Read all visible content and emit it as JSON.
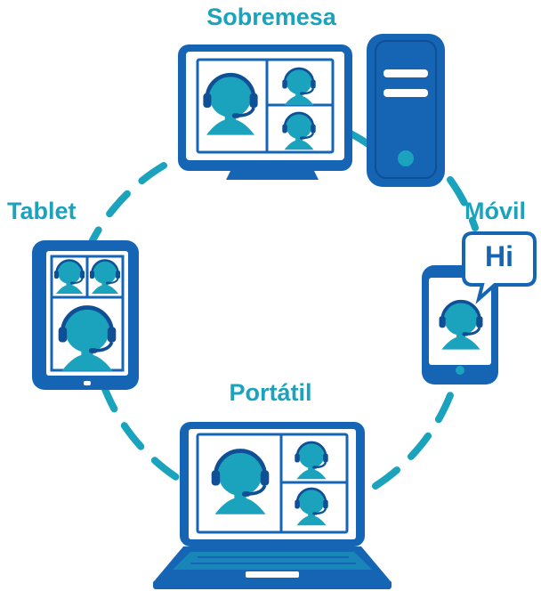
{
  "labels": {
    "desktop": "Sobremesa",
    "tablet": "Tablet",
    "mobile": "Móvil",
    "laptop": "Portátil"
  },
  "mobile_bubble": {
    "text": "Hi"
  },
  "colors": {
    "device_blue": "#1565b4",
    "device_dark": "#0f4f96",
    "avatar_teal": "#1ba3bd",
    "label_teal": "#1ba3bd",
    "screen_bg": "#ffffff"
  },
  "icons": [
    "desktop-monitor-icon",
    "desktop-tower-icon",
    "tablet-icon",
    "mobile-phone-icon",
    "laptop-icon",
    "headset-avatar-icon",
    "speech-bubble-icon"
  ]
}
